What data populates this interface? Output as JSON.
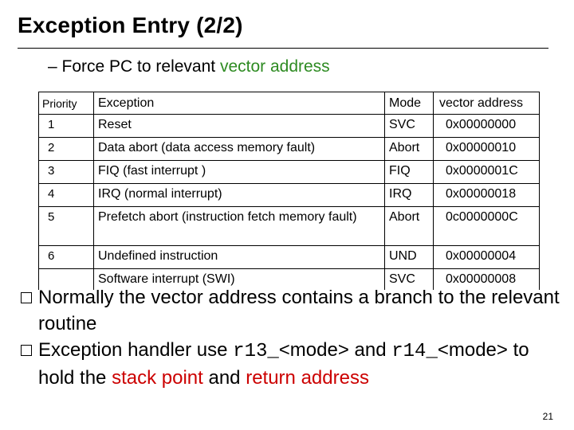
{
  "slide": {
    "title": "Exception Entry (2/2)",
    "subbullet": {
      "dash": "–",
      "text_before": "Force PC to relevant ",
      "text_green": "vector address"
    },
    "page_number": "21"
  },
  "table": {
    "headers": {
      "priority": "Priority",
      "exception": "Exception",
      "mode": "Mode",
      "vector": "vector address"
    },
    "rows": [
      {
        "priority": "1",
        "exception": "Reset",
        "mode": "SVC",
        "vector": "0x00000000"
      },
      {
        "priority": "2",
        "exception": "Data abort (data access memory fault)",
        "mode": "Abort",
        "vector": "0x00000010"
      },
      {
        "priority": "3",
        "exception": "FIQ (fast interrupt )",
        "mode": "FIQ",
        "vector": "0x0000001C"
      },
      {
        "priority": "4",
        "exception": "IRQ (normal interrupt)",
        "mode": "IRQ",
        "vector": "0x00000018"
      },
      {
        "priority": "5",
        "exception": "Prefetch abort (instruction fetch memory fault)",
        "mode": "Abort",
        "vector": "0c0000000C"
      },
      {
        "priority": "6",
        "exception": "Undefined instruction",
        "mode": "UND",
        "vector": "0x00000004"
      },
      {
        "priority": "",
        "exception": "Software interrupt (SWI)",
        "mode": "SVC",
        "vector": "0x00000008"
      }
    ]
  },
  "bullets": {
    "b1": {
      "text": "Normally the vector address contains a branch to the relevant routine"
    },
    "b2": {
      "t1": "Exception handler use ",
      "code1": "r13_",
      "t2": "<mode> and ",
      "code2": "r14_",
      "t3": "<mode> to hold the ",
      "red1": "stack point",
      "t4": " and ",
      "red2": "return address"
    }
  },
  "icons": {
    "bullet_marker": "square-bullet-icon"
  }
}
